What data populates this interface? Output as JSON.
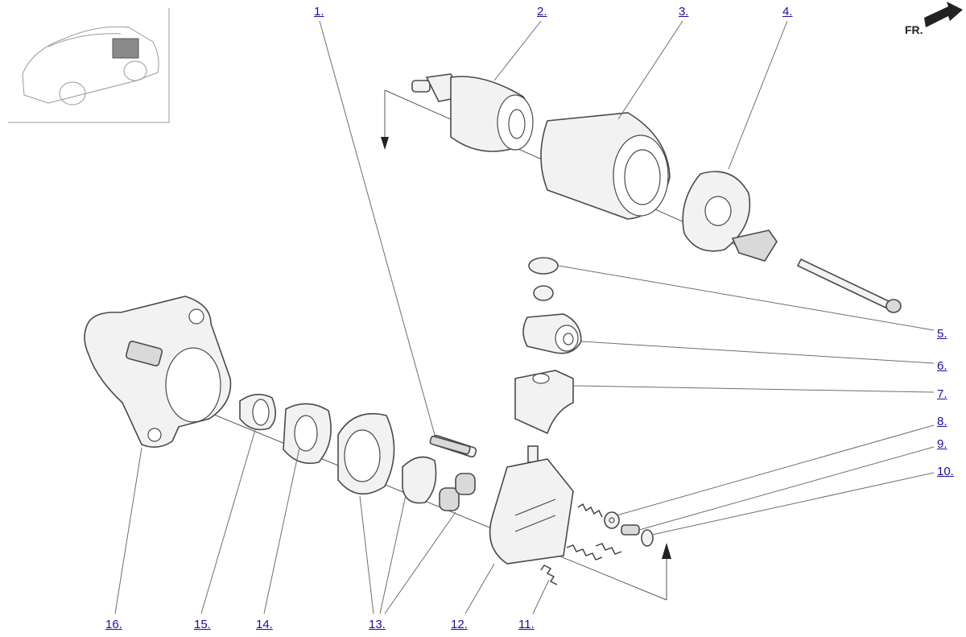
{
  "orientation": {
    "label": "FR."
  },
  "callouts": [
    {
      "id": "c1",
      "label": "1."
    },
    {
      "id": "c2",
      "label": "2."
    },
    {
      "id": "c3",
      "label": "3."
    },
    {
      "id": "c4",
      "label": "4."
    },
    {
      "id": "c5",
      "label": "5."
    },
    {
      "id": "c6",
      "label": "6."
    },
    {
      "id": "c7",
      "label": "7."
    },
    {
      "id": "c8",
      "label": "8."
    },
    {
      "id": "c9",
      "label": "9."
    },
    {
      "id": "c10",
      "label": "10."
    },
    {
      "id": "c11",
      "label": "11."
    },
    {
      "id": "c12",
      "label": "12."
    },
    {
      "id": "c13",
      "label": "13."
    },
    {
      "id": "c14",
      "label": "14."
    },
    {
      "id": "c15",
      "label": "15."
    },
    {
      "id": "c16",
      "label": "16."
    }
  ],
  "colors": {
    "link": "#1a0dab",
    "line": "#4a4a4a"
  }
}
